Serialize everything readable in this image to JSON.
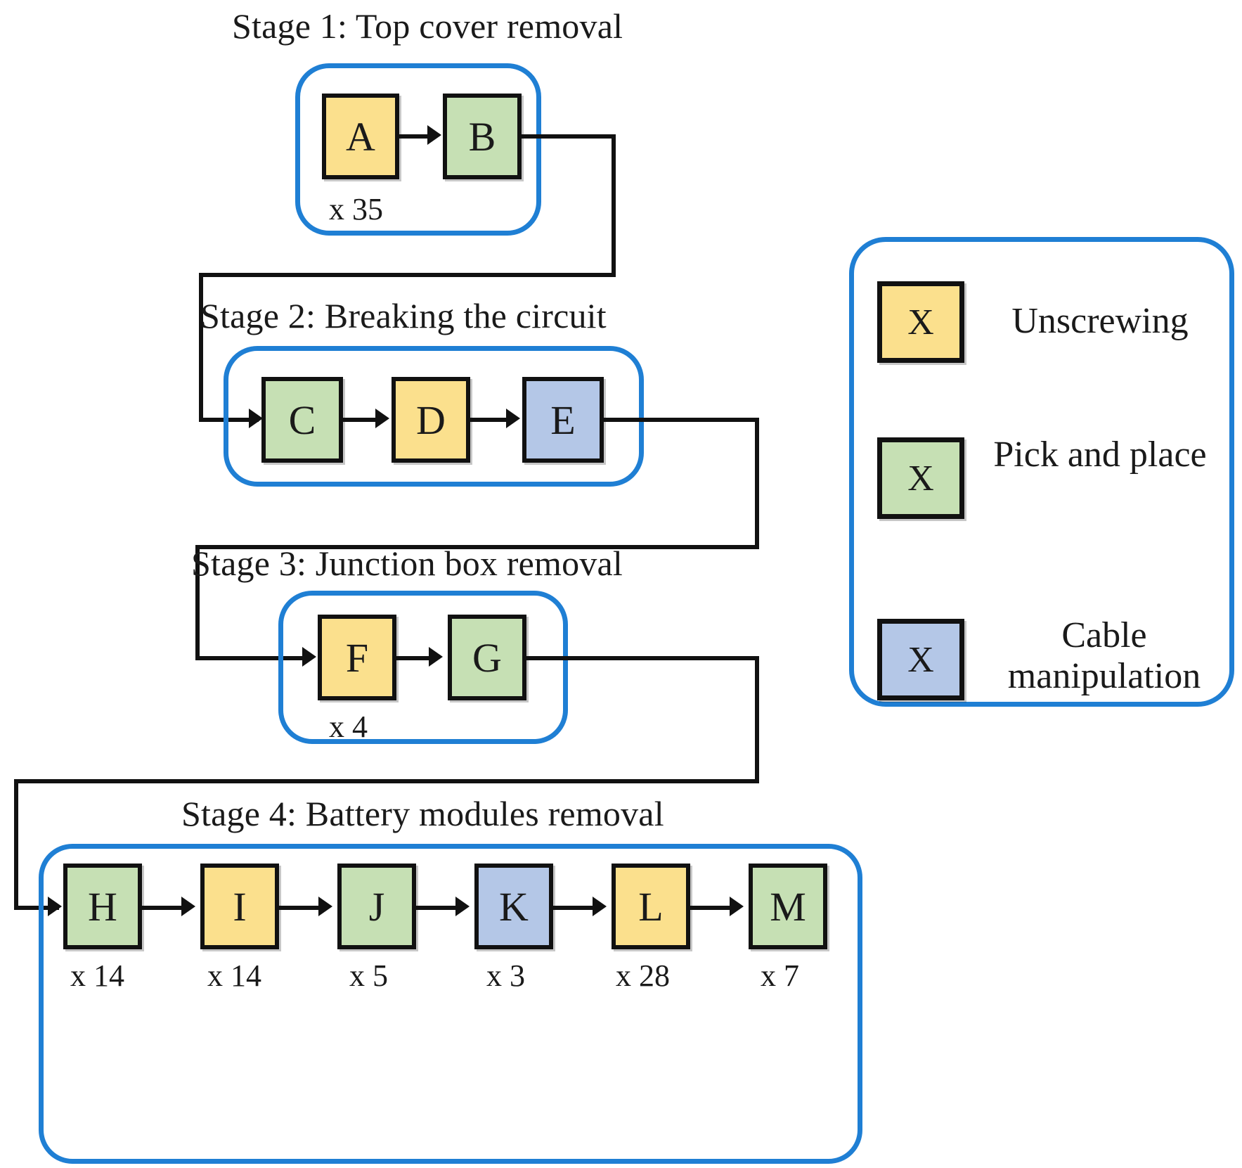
{
  "diagram": {
    "title_font_color": "#1a1a1a",
    "group_border_color": "#1F7FD4",
    "connector_color": "#111111",
    "colors": {
      "unscrewing": "#FBE08D",
      "pick_and_place": "#C6E0B4",
      "cable_manipulation": "#B4C7E7"
    }
  },
  "stages": [
    {
      "id": "stage-1",
      "title": "Stage 1: Top cover removal",
      "nodes": [
        {
          "label": "A",
          "type": "unscrewing"
        },
        {
          "label": "B",
          "type": "pick_and_place"
        }
      ],
      "counts": [
        "x 35"
      ]
    },
    {
      "id": "stage-2",
      "title": "Stage 2: Breaking the circuit",
      "nodes": [
        {
          "label": "C",
          "type": "pick_and_place"
        },
        {
          "label": "D",
          "type": "unscrewing"
        },
        {
          "label": "E",
          "type": "cable_manipulation"
        }
      ],
      "counts": []
    },
    {
      "id": "stage-3",
      "title": "Stage 3: Junction box removal",
      "nodes": [
        {
          "label": "F",
          "type": "unscrewing"
        },
        {
          "label": "G",
          "type": "pick_and_place"
        }
      ],
      "counts": [
        "x 4"
      ]
    },
    {
      "id": "stage-4",
      "title": "Stage 4: Battery modules removal",
      "nodes": [
        {
          "label": "H",
          "type": "pick_and_place"
        },
        {
          "label": "I",
          "type": "unscrewing"
        },
        {
          "label": "J",
          "type": "pick_and_place"
        },
        {
          "label": "K",
          "type": "cable_manipulation"
        },
        {
          "label": "L",
          "type": "unscrewing"
        },
        {
          "label": "M",
          "type": "pick_and_place"
        }
      ],
      "counts": [
        "x 14",
        "x 14",
        "x 5",
        "x 3",
        "x 28",
        "x 7"
      ]
    }
  ],
  "legend": {
    "items": [
      {
        "symbol": "X",
        "label": "Unscrewing",
        "color": "#FBE08D"
      },
      {
        "symbol": "X",
        "label": "Pick and place",
        "color": "#C6E0B4"
      },
      {
        "symbol": "X",
        "label": "Cable manipulation",
        "color": "#B4C7E7"
      }
    ]
  }
}
